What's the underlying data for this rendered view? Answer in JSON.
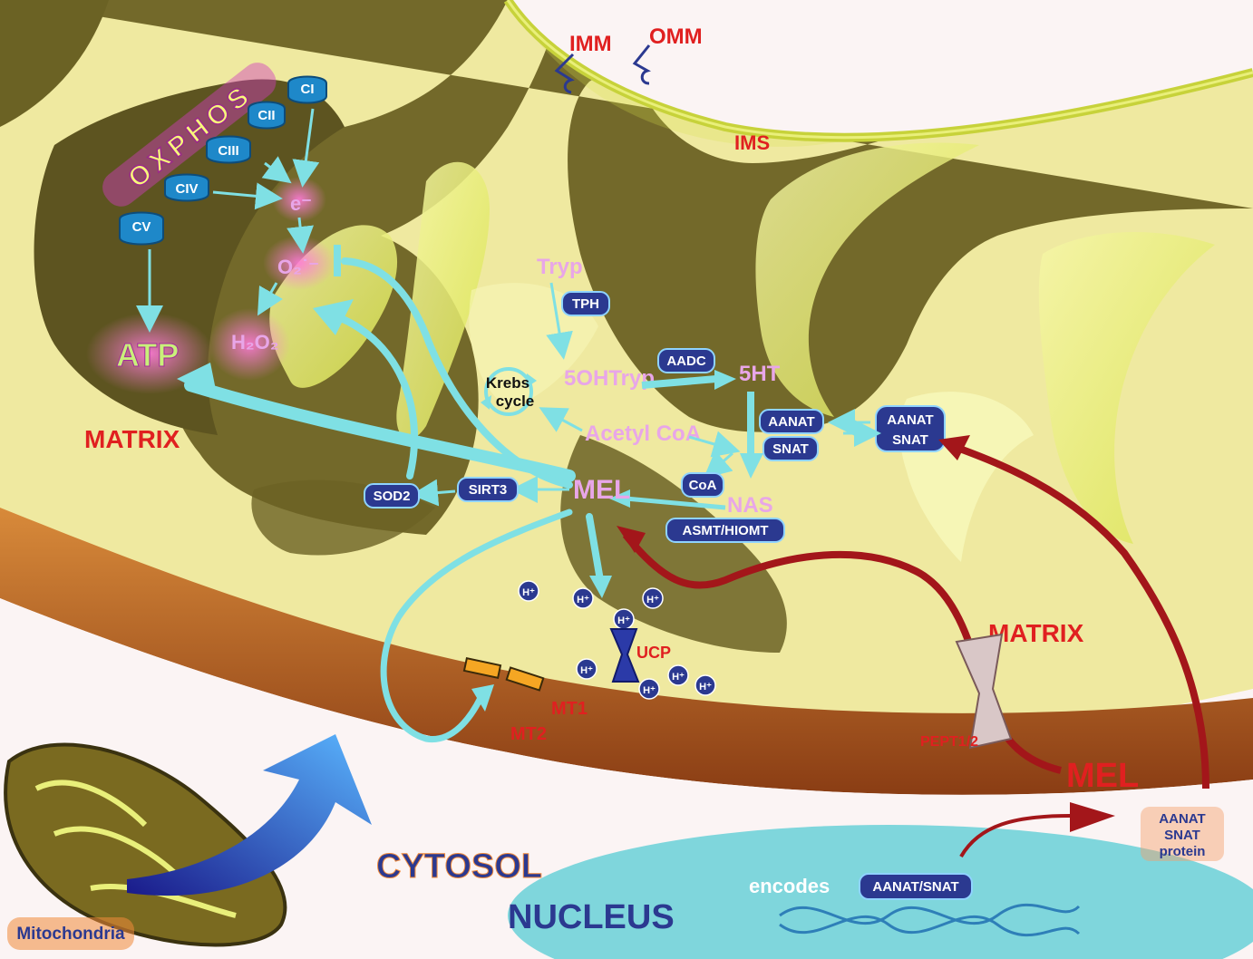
{
  "membranes": {
    "imm": "IMM",
    "omm": "OMM",
    "ims": "IMS"
  },
  "oxphos": {
    "label": "OXPHOS",
    "complexes": [
      "CI",
      "CII",
      "CIII",
      "CIV",
      "CV"
    ]
  },
  "ros": {
    "electron": "e⁻",
    "superoxide": "O₂˙⁻",
    "h2o2": "H₂O₂",
    "atp": "ATP"
  },
  "compartments": {
    "matrix_left": "MATRIX",
    "matrix_right": "MATRIX",
    "cytosol": "CYTOSOL",
    "nucleus": "NUCLEUS",
    "mitochondria": "Mitochondria"
  },
  "pathway": {
    "tryp": "Tryp",
    "tph": "TPH",
    "ohtryp": "5OHTryp",
    "aadc": "AADC",
    "ht": "5HT",
    "aanat_in": "AANAT",
    "snat_in": "SNAT",
    "aanat_out": "AANAT",
    "snat_out": "SNAT",
    "coa": "CoA",
    "nas": "NAS",
    "asmt": "ASMT/HIOMT",
    "acetyl": "Acetyl CoA",
    "krebs_1": "Krebs",
    "krebs_2": "cycle",
    "mel": "MEL",
    "sirt3": "SIRT3",
    "sod2": "SOD2"
  },
  "transport": {
    "ucp": "UCP",
    "mt1": "MT1",
    "mt2": "MT2",
    "pept": "PEPT1/2",
    "mel_cyto": "MEL",
    "proton": "H⁺",
    "protein_1": "AANAT",
    "protein_2": "SNAT",
    "protein_3": "protein",
    "encodes": "encodes",
    "gene": "AANAT/SNAT"
  },
  "colors": {
    "matrix_olive": "#6b6224",
    "crista_yellow": "#d8e24a",
    "cyan_arrow": "#7fe0e4",
    "red_arrow": "#a3161a",
    "pink_text": "#e8a6e8",
    "nucleus": "#7fd6dc"
  }
}
